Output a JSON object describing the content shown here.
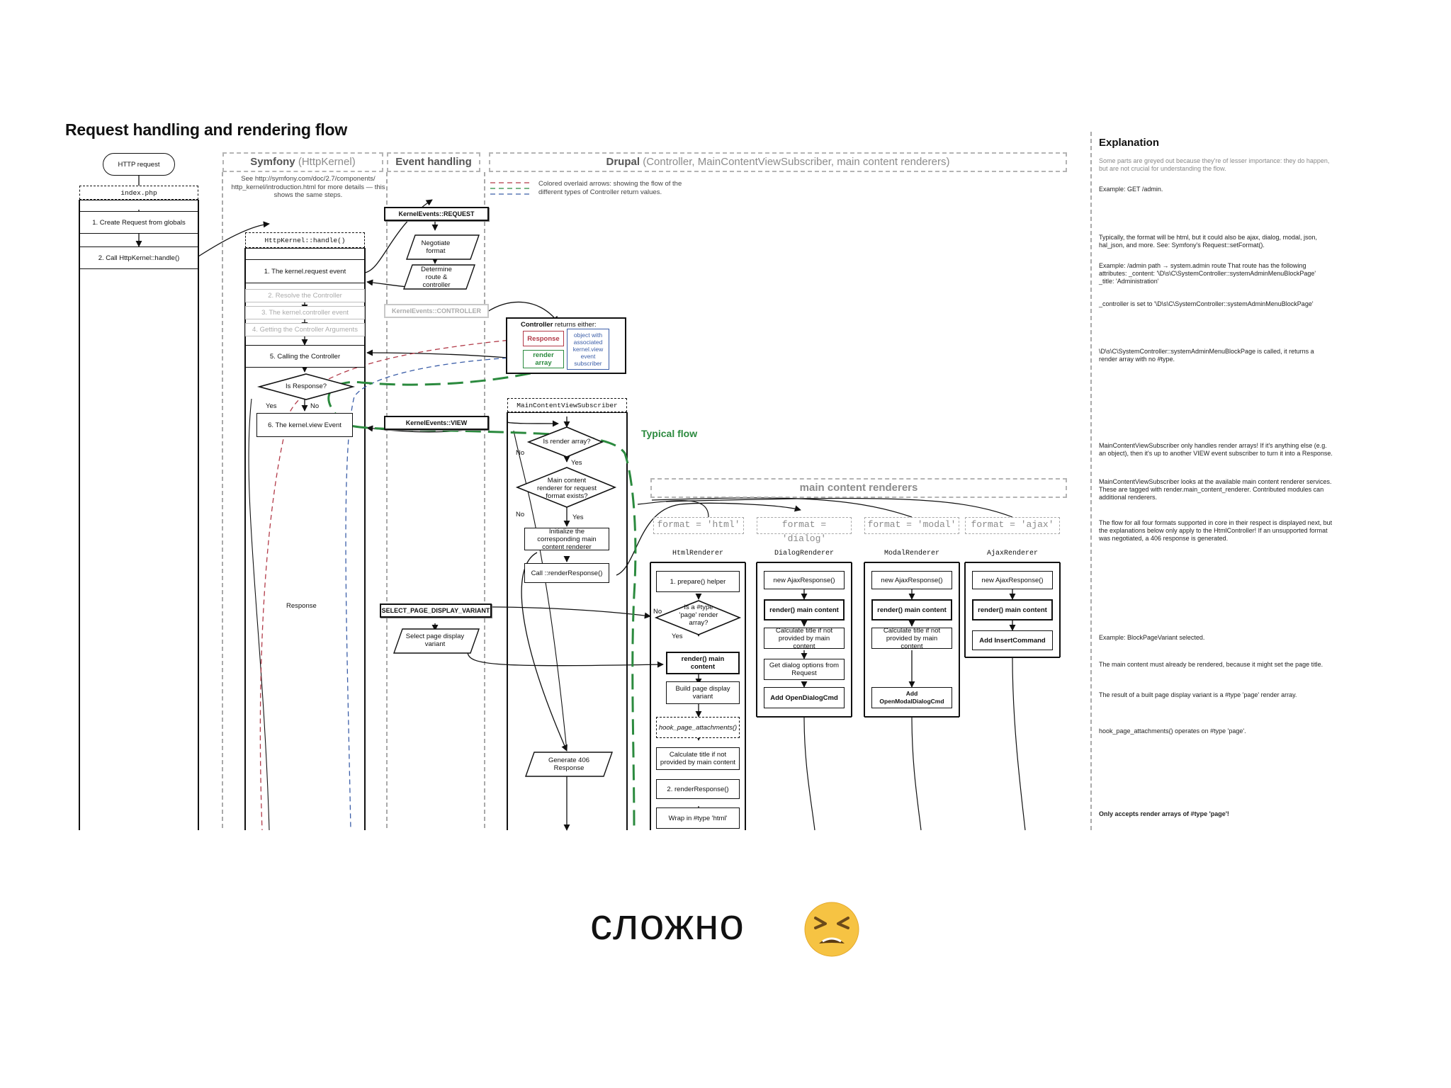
{
  "title": "Request handling and rendering flow",
  "caption": "сложно",
  "emoji": "persevering-face",
  "colors": {
    "grey_text": "#aaaaaa",
    "green_flow": "#2b8a3e",
    "red_response": "#b23a48",
    "blue_object": "#3b5ea8",
    "emoji_face": "#f6c343"
  },
  "lanes": {
    "symfony_bold": "Symfony",
    "symfony_rest": " (HttpKernel)",
    "events": "Event handling",
    "drupal_bold": "Drupal",
    "drupal_rest": " (Controller, MainContentViewSubscriber, main content renderers)"
  },
  "symfony_note": "See http://symfony.com/doc/2.7/components/ http_kernel/introduction.html for more details — this shows the same steps.",
  "legend_note": "Colored overlaid arrows: showing the flow of the different types of Controller return values.",
  "start": {
    "http_request": "HTTP request",
    "index_php": "index.php",
    "step1": "1. Create Request from globals",
    "step2": "2. Call HttpKernel::handle()"
  },
  "kernel": {
    "head": "HttpKernel::handle()",
    "s1": "1. The kernel.request event",
    "s2": "2. Resolve the Controller",
    "s3": "3. The kernel.controller event",
    "s4": "4. Getting the Controller Arguments",
    "s5": "5. Calling the Controller",
    "is_response": "Is Response?",
    "yes": "Yes",
    "no": "No",
    "s6": "6. The kernel.view Event",
    "response": "Response"
  },
  "events": {
    "request": "KernelEvents::REQUEST",
    "negotiate": "Negotiate format",
    "determine": "Determine route & controller",
    "controller": "KernelEvents::CONTROLLER",
    "view": "KernelEvents::VIEW",
    "spdv": "SELECT_PAGE_DISPLAY_VARIANT",
    "select_variant": "Select page display variant"
  },
  "controller_returns": {
    "label_bold": "Controller",
    "label_rest": " returns either:",
    "response": "Response",
    "render_array": "render array",
    "object": "object with associated kernel.view event subscriber"
  },
  "mcvs": {
    "head": "MainContentViewSubscriber",
    "is_render_array": "Is render array?",
    "no": "No",
    "yes": "Yes",
    "renderer_exists": "Main content renderer for request format exists?",
    "init": "Initialize the corresponding main content renderer",
    "call_render": "Call ::renderResponse()",
    "gen406": "Generate 406 Response",
    "typical_flow": "Typical flow"
  },
  "mcr_title": "main content renderers",
  "formats": [
    "format = 'html'",
    "format = 'dialog'",
    "format = 'modal'",
    "format = 'ajax'"
  ],
  "renderers": {
    "html": {
      "head": "HtmlRenderer",
      "prepare": "1. prepare() helper",
      "is_page": "Is a #type 'page' render array?",
      "no": "No",
      "yes": "Yes",
      "render_main": "render() main content",
      "build_variant": "Build page display variant",
      "hook": "hook_page_attachments()",
      "calc_title": "Calculate title if not provided by main content",
      "render_response": "2. renderResponse()",
      "wrap": "Wrap in #type 'html'"
    },
    "dialog": {
      "head": "DialogRenderer",
      "b1": "new AjaxResponse()",
      "b2": "render() main content",
      "b3": "Calculate title if not provided by main content",
      "b4": "Get dialog options from Request",
      "b5": "Add OpenDialogCmd"
    },
    "modal": {
      "head": "ModalRenderer",
      "b1": "new AjaxResponse()",
      "b2": "render() main content",
      "b3": "Calculate title if not provided by main content",
      "b4": "Add OpenModalDialogCmd"
    },
    "ajax": {
      "head": "AjaxRenderer",
      "b1": "new AjaxResponse()",
      "b2": "render() main content",
      "b3": "Add InsertCommand"
    }
  },
  "explanation": {
    "title": "Explanation",
    "greyed": "Some parts are greyed out because they're of lesser importance: they do happen, but are not crucial for understanding the flow.",
    "example": "Example: GET /admin.",
    "format": "Typically, the format will be html, but it could also be ajax, dialog, modal, json, hal_json, and more. See: Symfony's Request::setFormat().",
    "route": "Example: /admin path → system.admin route That route has the following attributes: _content: '\\D\\s\\C\\SystemController::systemAdminMenuBlockPage' _title: 'Administration'",
    "controller_set": "_controller is set to '\\D\\s\\C\\SystemController::systemAdminMenuBlockPage'",
    "called": "\\D\\s\\C\\SystemController::systemAdminMenuBlockPage is called, it returns a render array with no #type.",
    "mcvs_only": "MainContentViewSubscriber only handles render arrays! If it's anything else (e.g. an object), then it's up to another VIEW event subscriber to turn it into a Response.",
    "mcvs_looks": "MainContentViewSubscriber looks at the available main content renderer services. These are tagged with render.main_content_renderer. Contributed modules can additional renderers.",
    "flow_all": "The flow for all four formats supported in core in their respect is displayed next, but the explanations below only apply to the HtmlController! If an unsupported format was negotiated, a 406 response is generated.",
    "variant": "Example: BlockPageVariant selected.",
    "must_rendered": "The main content must already be rendered, because it might set the page title.",
    "built_variant": "The result of a built page display variant is a #type 'page' render array.",
    "hook": "hook_page_attachments() operates on #type 'page'.",
    "only_accepts": "Only accepts render arrays of #type 'page'!"
  }
}
